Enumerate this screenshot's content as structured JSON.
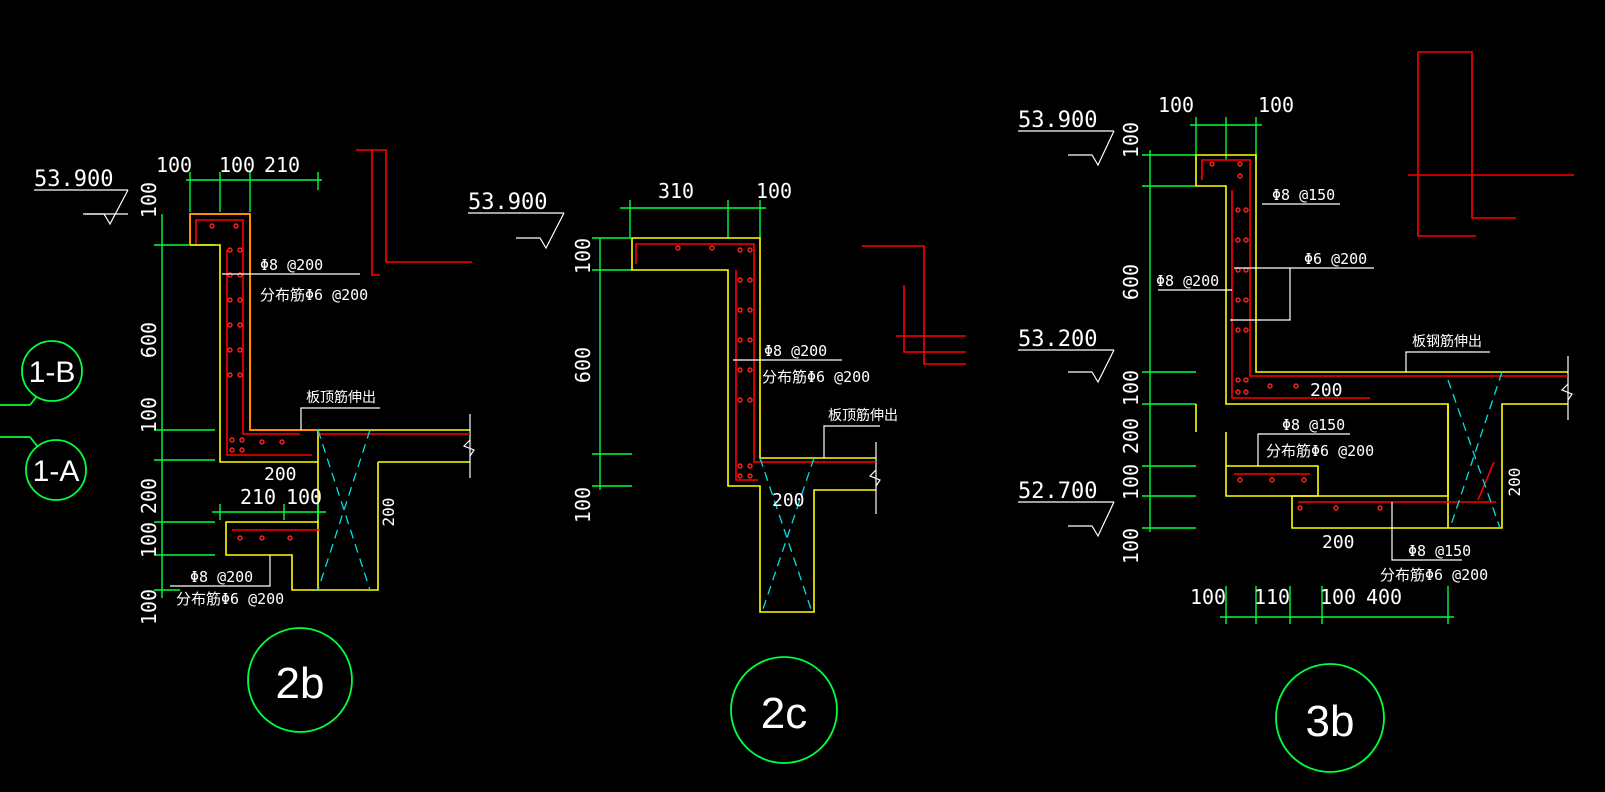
{
  "elevations": {
    "e53900": "53.900",
    "e53200": "53.200",
    "e52700": "52.700"
  },
  "grid_axes": {
    "b": "1-B",
    "a": "1-A"
  },
  "detail_2b": {
    "id": "2b",
    "dims_top": [
      "100",
      "100",
      "210"
    ],
    "dims_left": [
      "100",
      "600",
      "100",
      "200",
      "100",
      "100"
    ],
    "dims_lower": [
      "210",
      "100"
    ],
    "dim_200_beam": "200",
    "dim_200_slab": "200",
    "rebar_main": "Φ8 @200",
    "rebar_dist": "分布筋Φ6 @200",
    "rebar_lower_main": "Φ8 @200",
    "rebar_lower_dist": "分布筋Φ6 @200",
    "note_slab": "板顶筋伸出"
  },
  "detail_2c": {
    "id": "2c",
    "dims_top": [
      "310",
      "100"
    ],
    "dims_left": [
      "100",
      "600",
      "100"
    ],
    "dim_200": "200",
    "rebar_main": "Φ8 @200",
    "rebar_dist": "分布筋Φ6 @200",
    "note_slab": "板顶筋伸出"
  },
  "detail_3b": {
    "id": "3b",
    "dims_top": [
      "100",
      "100"
    ],
    "dims_left": [
      "100",
      "600",
      "100",
      "200",
      "100",
      "100"
    ],
    "dims_bottom": [
      "100",
      "110",
      "100",
      "400"
    ],
    "dim_200_a": "200",
    "dim_200_b": "200",
    "dim_200_c": "200",
    "rebar_top": "Φ8 @150",
    "rebar_inner": "Φ6 @200",
    "rebar_outer": "Φ8 @200",
    "rebar_mid_main": "Φ8 @150",
    "rebar_mid_dist": "分布筋Φ6 @200",
    "rebar_bot_main": "Φ8 @150",
    "rebar_bot_dist": "分布筋Φ6 @200",
    "note_slab": "板钢筋伸出"
  },
  "colors": {
    "background": "#000000",
    "dimension": "#00ff3c",
    "concrete": "#ffff00",
    "rebar": "#ff0000",
    "text": "#ffffff",
    "beam_hatch": "#00e0e0"
  }
}
